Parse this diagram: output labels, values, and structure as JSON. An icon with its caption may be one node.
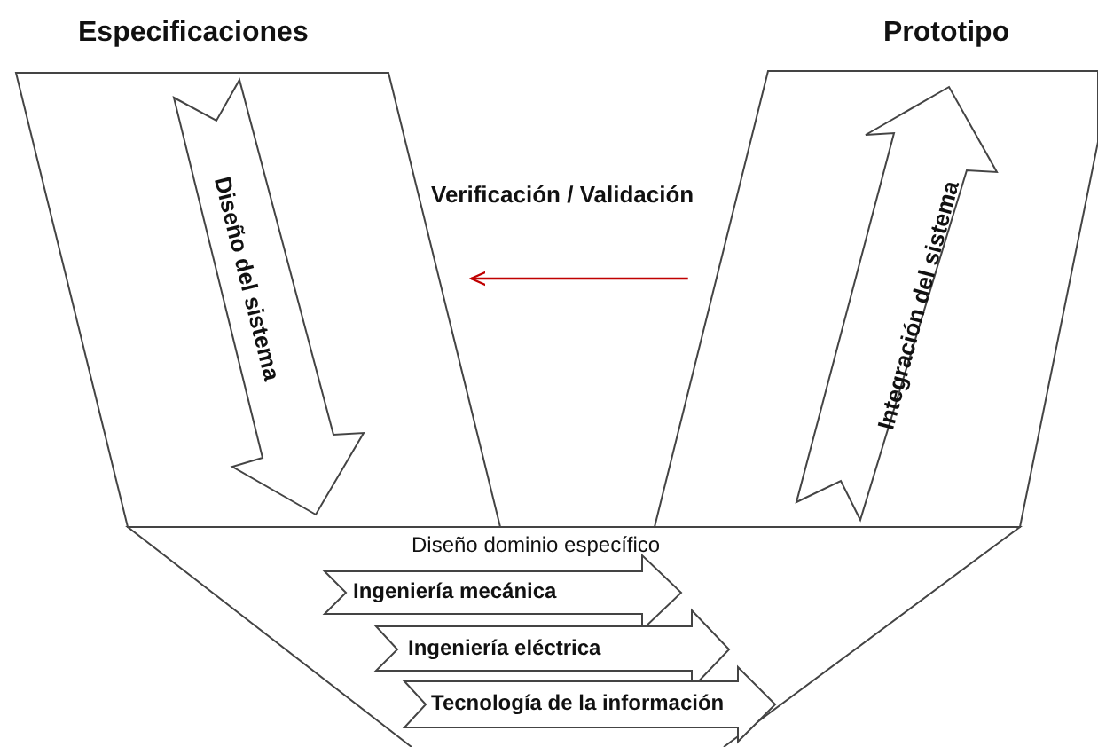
{
  "diagram": {
    "nodes": [
      {
        "text": [
          "Especificaciones"
        ]
      },
      {
        "text": [
          "Diseño del sistema"
        ],
        "in": 0
      },
      {
        "text": [
          "Prototipo"
        ]
      },
      {
        "text": [
          "Integración del sistema"
        ],
        "in": 2
      },
      {
        "text": [
          "Diseño dominio específico"
        ]
      },
      {
        "text": [
          "Ingeniería mecánica"
        ],
        "in": 4
      },
      {
        "text": [
          "Ingeniería eléctrica"
        ],
        "in": 4
      },
      {
        "text": [
          "Tecnología de la información"
        ],
        "in": 4
      }
    ],
    "edges": [
      {
        "from": 2,
        "to": 0,
        "arrow": "to",
        "label": "Verificación / Validación",
        "color": "#c00000"
      }
    ]
  }
}
